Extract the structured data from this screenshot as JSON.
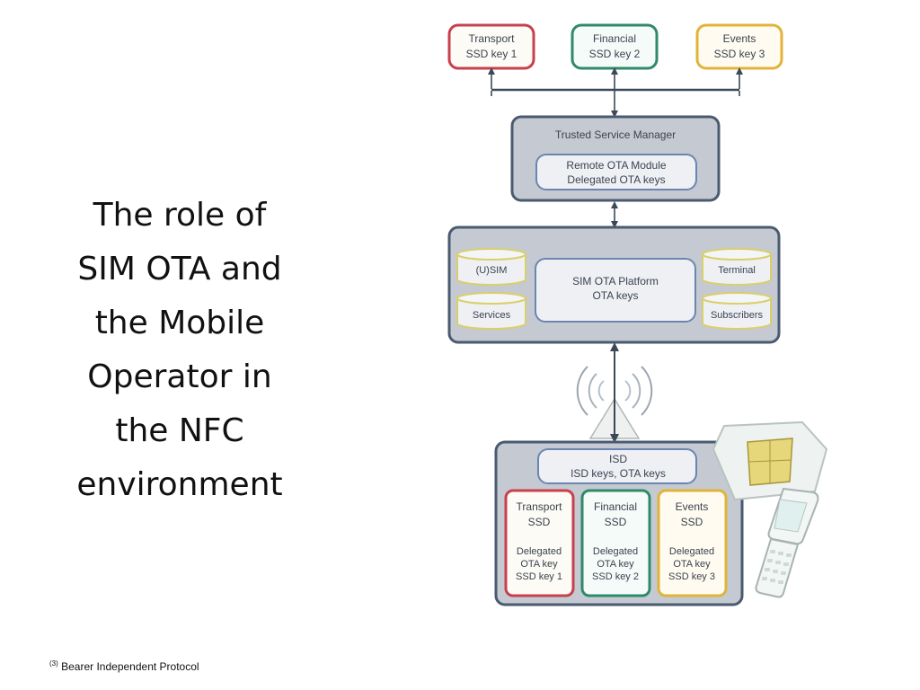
{
  "slide": {
    "title_lines": [
      "The role of",
      "SIM OTA and",
      "the Mobile",
      "Operator in",
      "the NFC",
      "environment"
    ],
    "footnote_marker": "(3)",
    "footnote_text": "Bearer Independent Protocol"
  },
  "diagram": {
    "ssd_keys": [
      {
        "line1": "Transport",
        "line2": "SSD key 1",
        "color": "#c8404c"
      },
      {
        "line1": "Financial",
        "line2": "SSD key 2",
        "color": "#2f8a6a"
      },
      {
        "line1": "Events",
        "line2": "SSD key 3",
        "color": "#e0b43a"
      }
    ],
    "tsm": {
      "title": "Trusted Service Manager",
      "module_line1": "Remote OTA Module",
      "module_line2": "Delegated OTA keys"
    },
    "platform": {
      "usim": "(U)SIM",
      "services": "Services",
      "center_line1": "SIM OTA Platform",
      "center_line2": "OTA keys",
      "terminal": "Terminal",
      "subscribers": "Subscribers"
    },
    "sim": {
      "isd_line1": "ISD",
      "isd_line2": "ISD keys, OTA keys",
      "ssds": [
        {
          "name1": "Transport",
          "name2": "SSD",
          "k1": "Delegated",
          "k2": "OTA key",
          "k3": "SSD key 1",
          "color": "#c8404c"
        },
        {
          "name1": "Financial",
          "name2": "SSD",
          "k1": "Delegated",
          "k2": "OTA key",
          "k3": "SSD key 2",
          "color": "#2f8a6a"
        },
        {
          "name1": "Events",
          "name2": "SSD",
          "k1": "Delegated",
          "k2": "OTA key",
          "k3": "SSD key 3",
          "color": "#e0b43a"
        }
      ]
    },
    "colors": {
      "panel_fill": "#c5cad2",
      "panel_stroke": "#4a5a70",
      "inner_fill": "#eef0f4",
      "inner_stroke": "#6a86b0",
      "cylinder_stroke": "#d9cf6a",
      "arrow": "#3a4858"
    }
  }
}
